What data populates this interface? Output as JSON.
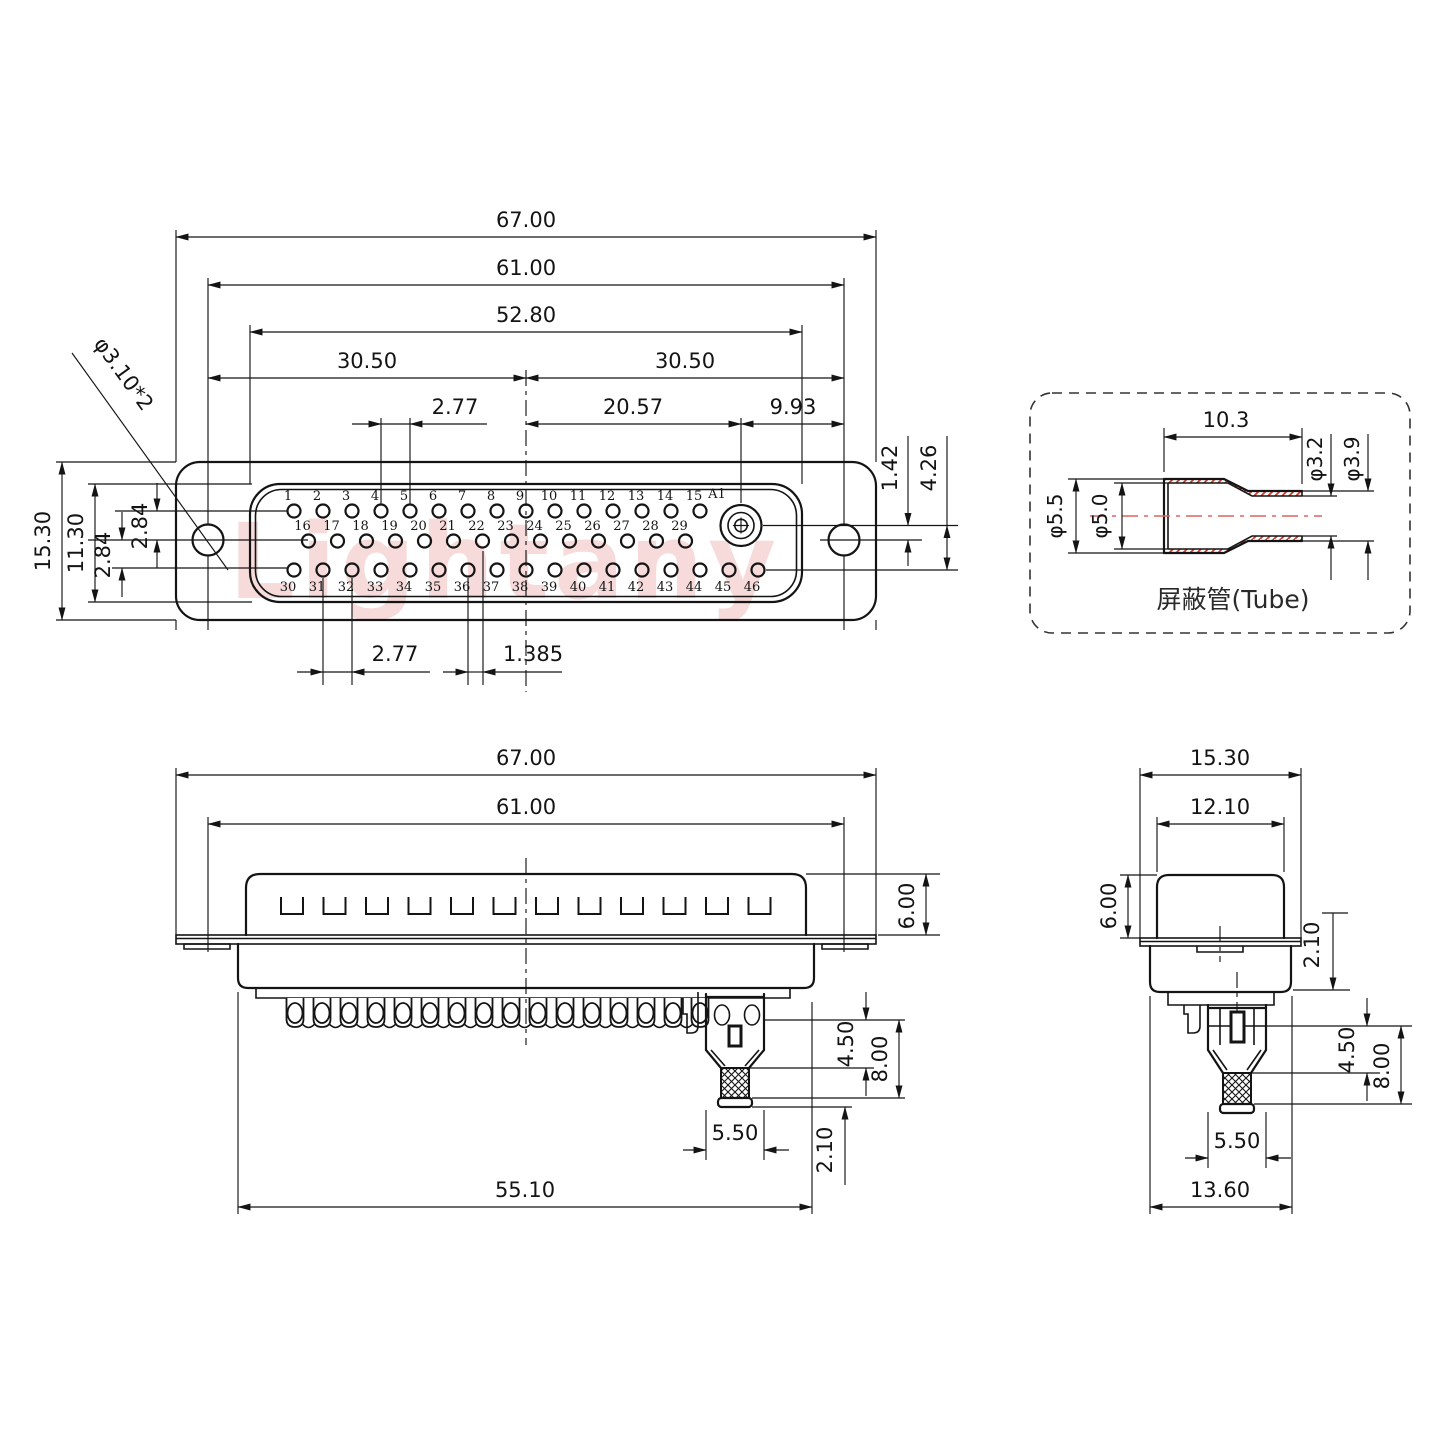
{
  "watermark": "Lightany",
  "front_view": {
    "dim_labels": {
      "overall_width": "67.00",
      "mount_hole_span": "61.00",
      "face_width": "52.80",
      "left_half_span": "30.50",
      "right_half_span": "30.50",
      "top_pin_pitch": "2.77",
      "center_to_coax": "20.57",
      "coax_to_hole": "9.93",
      "coax_row_offset": "1.42",
      "coax_bottom_offset": "4.26",
      "overall_height": "15.30",
      "face_height": "11.30",
      "row_gap_upper": "2.84",
      "row_gap_lower": "2.84",
      "mount_hole_callout": "φ3.10*2",
      "bottom_pin_pitch": "2.77",
      "bottom_half_pitch": "1.385"
    },
    "pin_rows": {
      "top": [
        "1",
        "2",
        "3",
        "4",
        "5",
        "6",
        "7",
        "8",
        "9",
        "10",
        "11",
        "12",
        "13",
        "14",
        "15"
      ],
      "middle": [
        "16",
        "17",
        "18",
        "19",
        "20",
        "21",
        "22",
        "23",
        "24",
        "25",
        "26",
        "27",
        "28",
        "29"
      ],
      "bottom": [
        "30",
        "31",
        "32",
        "33",
        "34",
        "35",
        "36",
        "37",
        "38",
        "39",
        "40",
        "41",
        "42",
        "43",
        "44",
        "45",
        "46"
      ],
      "coax_label": "A1"
    }
  },
  "tube_view": {
    "labels": {
      "length": "10.3",
      "inner_small_dia": "φ3.2",
      "outer_small_dia": "φ3.9",
      "outer_big_dia": "φ5.5",
      "inner_big_dia": "φ5.0",
      "caption": "屏蔽管(Tube)"
    }
  },
  "side_view": {
    "dim_labels": {
      "overall_width": "67.00",
      "mount_hole_span": "61.00",
      "shell_height": "6.00",
      "barrel_top_offset": "4.50",
      "barrel_bottom_offset": "8.00",
      "crimp_width": "5.50",
      "tail_length": "2.10",
      "body_width": "55.10"
    }
  },
  "end_view": {
    "dim_labels": {
      "flange_width": "15.30",
      "shell_width": "12.10",
      "shell_height": "6.00",
      "step_height": "2.10",
      "barrel_top_offset": "4.50",
      "barrel_bottom_offset": "8.00",
      "crimp_width": "5.50",
      "body_width": "13.60"
    }
  }
}
